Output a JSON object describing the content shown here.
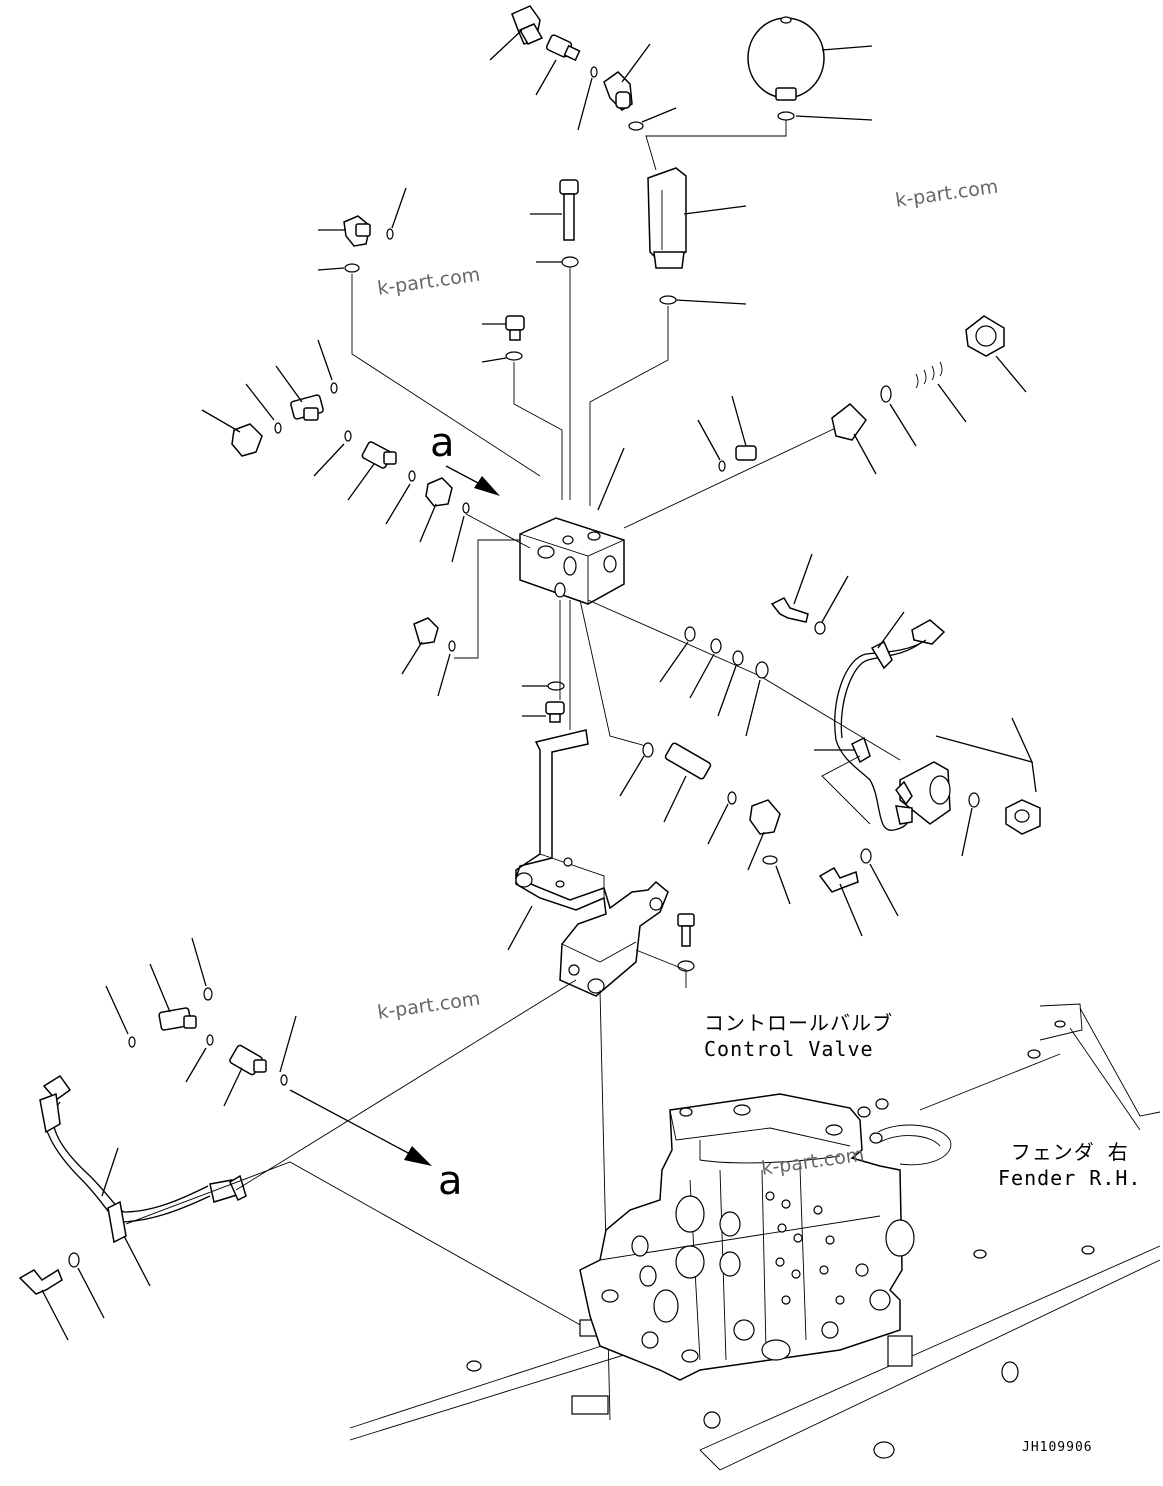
{
  "labels": {
    "control_valve_jp": "コントロールバルブ",
    "control_valve_en": "Control Valve",
    "fender_jp": "フェンダ 右",
    "fender_en": "Fender R.H."
  },
  "reference_mark": "a",
  "watermarks": [
    "k-part.com",
    "k-part.com",
    "k-part.com",
    "k-part.com"
  ],
  "drawing_code": "JH109906"
}
